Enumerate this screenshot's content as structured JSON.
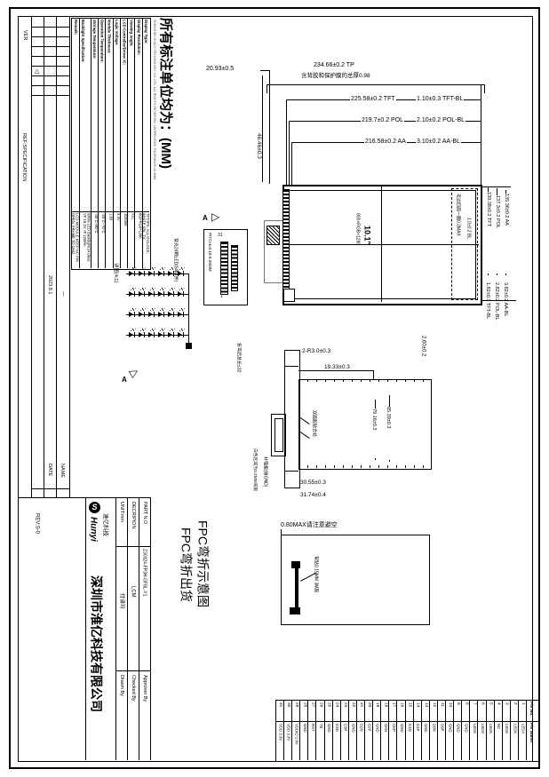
{
  "sheet": {
    "units_note": "所有标注单位均为：(MM)",
    "ref_note": "REF:SPECIFICATION",
    "fine_print": "SHENZHEN HUAIYI TECHNOLOGY CO.,LTD. ALL RIGHTS RESERVED. UNSPECIFIED TOLERANCE:±0.2MM",
    "rev_note": "REV:S-0"
  },
  "revision": {
    "ver_header": "VER",
    "date_header": "DATE",
    "name_header": "NAME",
    "mark": "△",
    "date": "2023.8.1",
    "name": "一"
  },
  "specs": {
    "rows": [
      {
        "label": "Display Type:",
        "value": "TFT/IPS, ALL O'CLOCK, WHITE 65K, TX"
      },
      {
        "label": "Display Resolution:",
        "value": "800*RGB*1280"
      },
      {
        "label": "Viewing Angle:",
        "value": "ALL"
      },
      {
        "label": "LCD Controller/Driver IC:",
        "value": "JD9365"
      },
      {
        "label": "Logic Voltage:",
        "value": "3.3V"
      },
      {
        "label": "Module Thickness:",
        "value": "1.83"
      },
      {
        "label": "Operation Temperature:",
        "value": "-20°C~70°C"
      },
      {
        "label": "Storage Temperature:",
        "value": "-30°C~80°C"
      },
      {
        "label": "Backlight Specification:",
        "value": "White LED Backlight(24 dies) VF:19.2V, IF:120MA",
        "wide": true
      },
      {
        "label": "Remark:",
        "value": "LCD MODULE KEEP NC PIN OPEN, FRAME TO GND"
      }
    ]
  },
  "front": {
    "dim_tail": "20.93±0.5",
    "dim_tp": "234.66±0.2 TP",
    "dim_tp_note": "含背胶和保护膜的总厚0.98",
    "dim_tft": "225.58±0.2 TFT",
    "dim_pol": "219.7±0.2 POL",
    "dim_aa": "216.58±0.2 AA",
    "dim_tft_bl": "1.10±0.3 TFT-BL",
    "dim_pol_bl": "2.10±0.2 POL-BL",
    "dim_aa_bl": "3.10±0.2 AA-BL",
    "dim_left_h": "46.46±0.3",
    "dim_v_tft": "139.38±0.2 TFT",
    "dim_v_pol": "137.3±0.2 POL",
    "dim_v_aa": "135.36±0.2 AA",
    "dim_v_tft_bl": "1.82±0.3 TFT-BL",
    "dim_v_pol_bl": "2.82±0.2 POL-BL",
    "dim_v_aa_bl": "3.82±0.2 AA-BL",
    "edge_note": "毛边四周一圈0.2MAX",
    "bl_note": "1.0±0.2 BL",
    "screen_size": "10.1″",
    "screen_res": "800×RGB×1280",
    "section_label": "A",
    "detail_label": "详图(4:1)",
    "led_note": "背光24颗LED(6串4并)",
    "pitch_note": "PITCH=0.15-0.35MM",
    "pin_first": "1",
    "pin_last": "31",
    "led_rows": 4,
    "led_cols": 6
  },
  "fpc": {
    "dim_r": "2-R3.0±0.3",
    "dim_w": "19.33±0.3",
    "dim_h1": "79.16±0.3",
    "dim_h2": "85.39±0.3",
    "tape_note": "双面胶贴合处",
    "dim_b1": "30.55±0.3",
    "dim_b2": "31.74±0.4",
    "left_note": "折弯后总长≤32",
    "adhesive_note": "白色区域为0.2MM背胶",
    "gnd_note": "补强板(接GND)",
    "dim_thickness": "2.60±0.2"
  },
  "fold": {
    "clearance_note": "0.80MAX请注意避空",
    "tape_note": "背贴0.15MM 3M胶"
  },
  "captions": {
    "line1": "FPC弯折示意图",
    "line2": "FPC弯折出货"
  },
  "title_block": {
    "logo_name": "Hunyi",
    "logo_sub": "淮亿科技",
    "company": "深圳市淮亿科技有限公司",
    "unit_label": "UNIT:mm",
    "description_label": "DECRIPION",
    "partno_label": "PART N.O",
    "description_value": "LCM",
    "partno_value": "Z30324-FP3H-GF8L-Y1",
    "drawn_label": "Drawn By",
    "checked_label": "Checked By",
    "approved_label": "Approver By",
    "drawn_name": "付译玲"
  },
  "pin_table": {
    "no_header": "Pin No.",
    "name_header": "Pin Name",
    "pins": [
      {
        "no": "31",
        "name": "VDD 3.3V"
      },
      {
        "no": "30",
        "name": "VDD 3.3V"
      },
      {
        "no": "29",
        "name": "VDDIO 1.8V"
      },
      {
        "no": "28",
        "name": "GND"
      },
      {
        "no": "27",
        "name": "RST"
      },
      {
        "no": "26",
        "name": "TE"
      },
      {
        "no": "25",
        "name": "GND"
      },
      {
        "no": "24",
        "name": "D3N"
      },
      {
        "no": "23",
        "name": "D3P"
      },
      {
        "no": "22",
        "name": "GND"
      },
      {
        "no": "21",
        "name": "D2N"
      },
      {
        "no": "20",
        "name": "D2P"
      },
      {
        "no": "19",
        "name": "GND"
      },
      {
        "no": "18",
        "name": "CKN"
      },
      {
        "no": "17",
        "name": "CKP"
      },
      {
        "no": "16",
        "name": "GND"
      },
      {
        "no": "15",
        "name": "D1N"
      },
      {
        "no": "14",
        "name": "D1P"
      },
      {
        "no": "13",
        "name": "GND"
      },
      {
        "no": "12",
        "name": "D0N"
      },
      {
        "no": "11",
        "name": "D0P"
      },
      {
        "no": "10",
        "name": "GND"
      },
      {
        "no": "9",
        "name": "GND"
      },
      {
        "no": "8",
        "name": "GND"
      },
      {
        "no": "7",
        "name": "LEDK"
      },
      {
        "no": "6",
        "name": "LEDK"
      },
      {
        "no": "5",
        "name": "LEDK"
      },
      {
        "no": "4",
        "name": "NC"
      },
      {
        "no": "3",
        "name": "LEDK"
      },
      {
        "no": "2",
        "name": "LEDK"
      },
      {
        "no": "1",
        "name": "LEDA"
      }
    ]
  }
}
